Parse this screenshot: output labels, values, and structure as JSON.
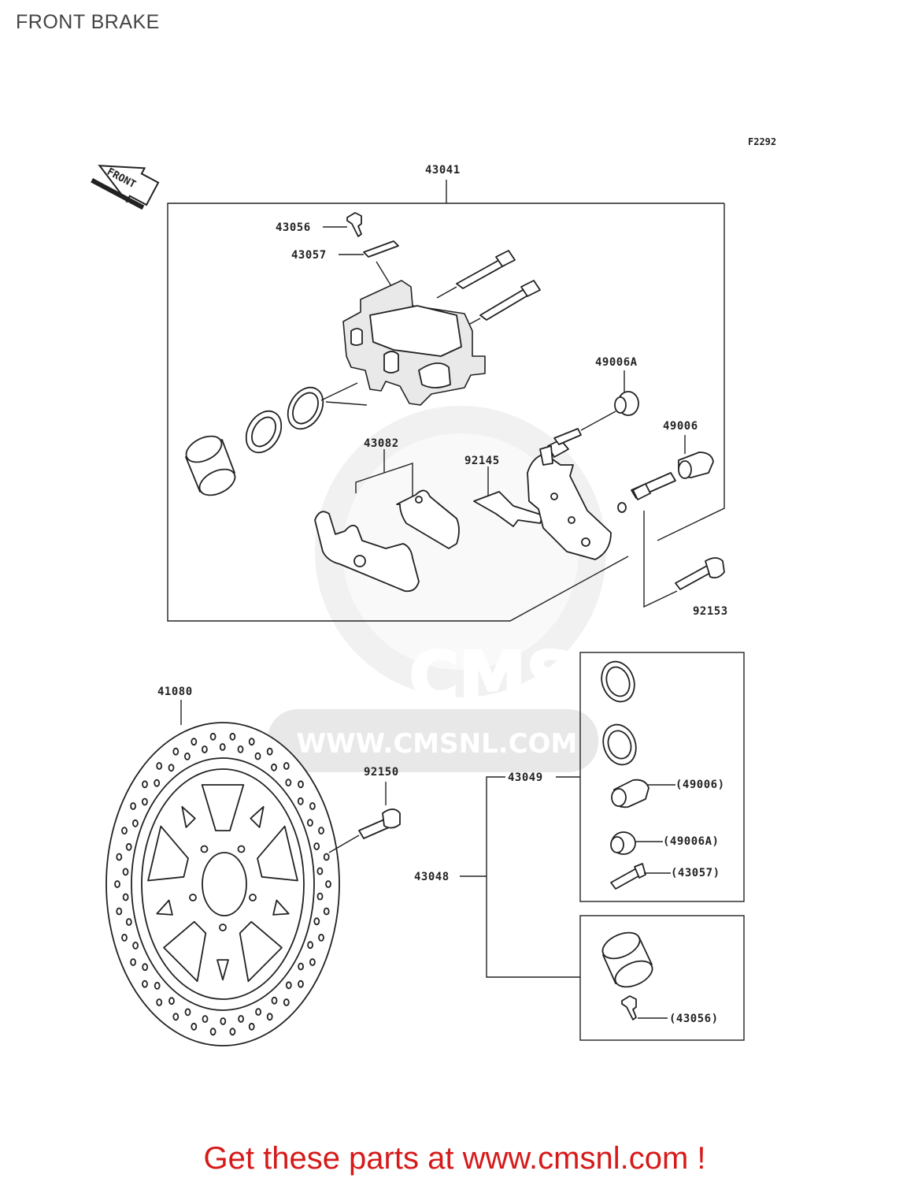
{
  "title": "FRONT BRAKE",
  "figure_code": "F2292",
  "front_arrow_label": "FRONT",
  "watermark": {
    "brand": "CMS",
    "url": "WWW.CMSNL.COM"
  },
  "labels": {
    "caliper_assy": "43041",
    "bleeder": "43056",
    "bleeder_cap": "43057",
    "pads": "43082",
    "spring": "92145",
    "boot_a": "49006A",
    "boot": "49006",
    "bracket_bolt": "92153",
    "disc": "41080",
    "disc_bolt": "92150",
    "seal_kit": "43049",
    "piston_kit": "43048",
    "kit_boot": "(49006)",
    "kit_boot_a": "(49006A)",
    "kit_cap": "(43057)",
    "kit_bleeder": "(43056)"
  },
  "footer": "Get these parts at www.cmsnl.com !"
}
